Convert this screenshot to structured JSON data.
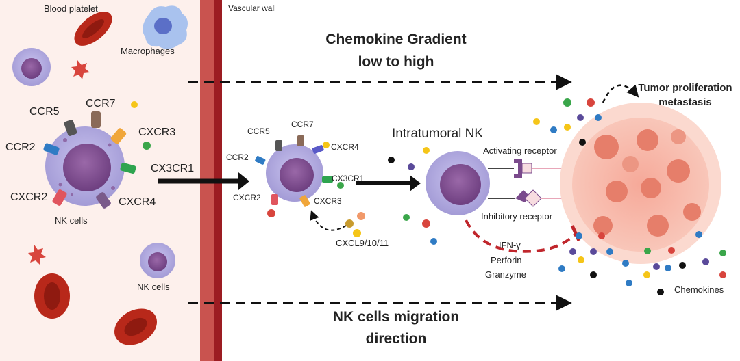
{
  "labels": {
    "blood_platelet": "Blood platelet",
    "macrophages": "Macrophages",
    "vascular_wall": "Vascular wall",
    "gradient_line1": "Chemokine Gradient",
    "gradient_line2": "low to high",
    "tumor_line1": "Tumor proliferation",
    "tumor_line2": "metastasis",
    "intratumoral_nk": "Intratumoral NK",
    "activating_receptor": "Activating receptor",
    "inhibitory_receptor": "Inhibitory receptor",
    "nk_cells_left": "NK cells",
    "nk_cells_bottom": "NK cells",
    "cxcl": "CXCL9/10/11",
    "ifn": "IFN-γ",
    "perforin": "Perforin",
    "granzyme": "Granzyme",
    "chemokines": "Chemokines",
    "migration_line1": "NK cells migration",
    "migration_line2": "direction"
  },
  "receptors_large": {
    "ccr7": "CCR7",
    "ccr5": "CCR5",
    "cxcr3": "CXCR3",
    "ccr2": "CCR2",
    "cx3cr1": "CX3CR1",
    "cxcr2": "CXCR2",
    "cxcr4": "CXCR4"
  },
  "receptors_small": {
    "ccr5": "CCR5",
    "ccr7": "CCR7",
    "cxcr4": "CXCR4",
    "ccr2": "CCR2",
    "cx3cr1": "CX3CR1",
    "cxcr2": "CXCR2",
    "cxcr3": "CXCR3"
  },
  "colors": {
    "blood_bg": "#fdf0ec",
    "wall_light": "#c9534f",
    "wall_dark": "#9c1c22",
    "cell_membrane": "#a9a3d9",
    "nucleus": "#7a4a8c",
    "rbc": "#b8281a",
    "tumor": "#f2a394",
    "inhibition": "#c0262c"
  }
}
